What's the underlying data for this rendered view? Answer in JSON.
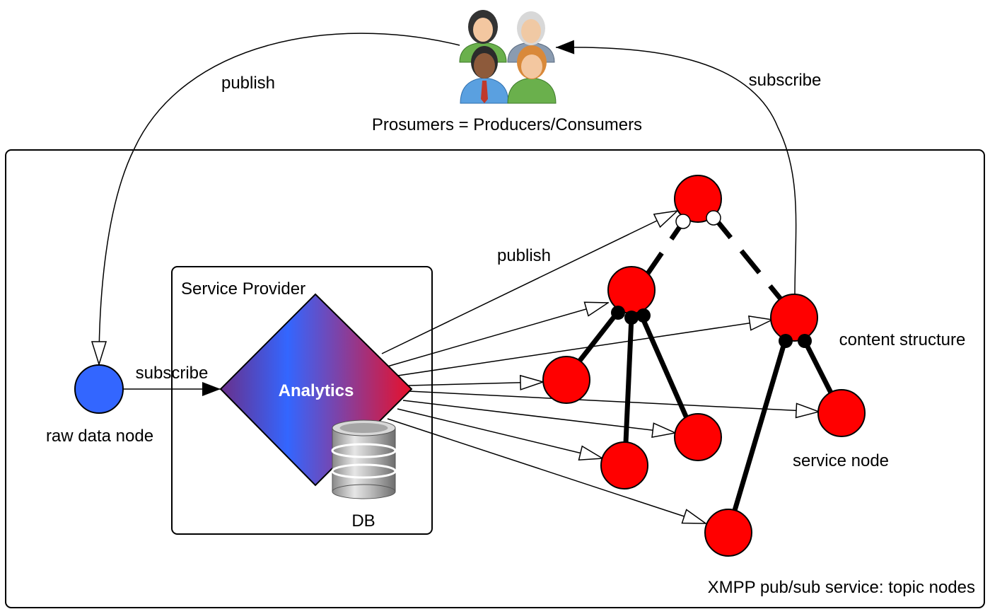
{
  "labels": {
    "prosumers": "Prosumers = Producers/Consumers",
    "publish_top": "publish",
    "subscribe_top": "subscribe",
    "service_provider": "Service Provider",
    "analytics": "Analytics",
    "db": "DB",
    "subscribe_mid": "subscribe",
    "raw_data_node": "raw data node",
    "publish_mid": "publish",
    "content_structure": "content structure",
    "service_node": "service node",
    "xmpp": "XMPP pub/sub service: topic nodes"
  },
  "colors": {
    "node_red": "#ff0000",
    "raw_node_blue": "#3366ff",
    "analytics_gradient_start": "#3366ff",
    "analytics_gradient_end": "#e8102a",
    "outline": "#000000"
  },
  "icons": {
    "prosumers": "people-group-icon",
    "db": "database-icon"
  }
}
